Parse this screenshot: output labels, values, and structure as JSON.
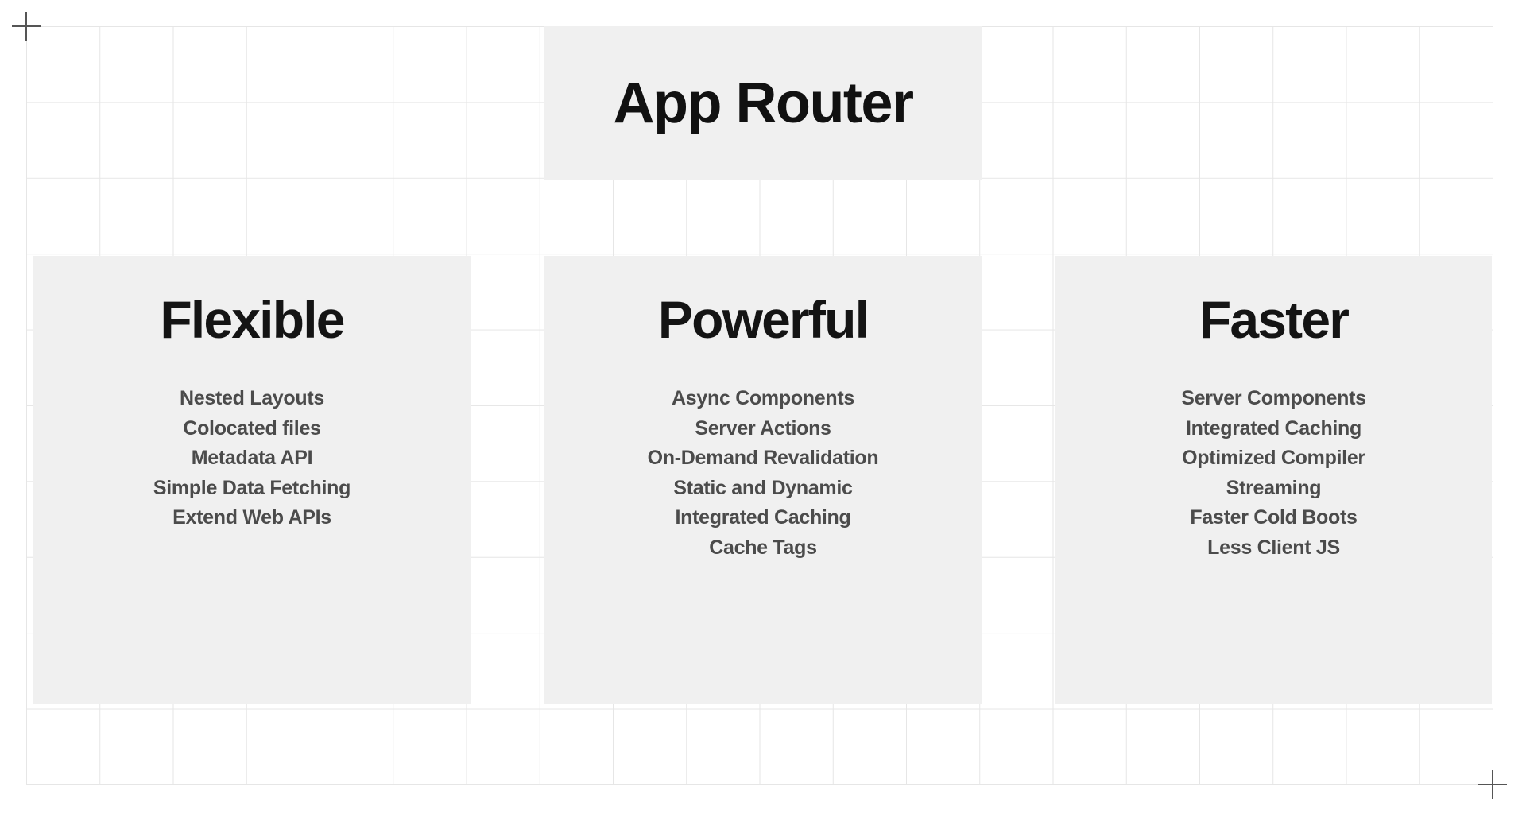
{
  "page": {
    "background_color": "#ffffff",
    "panel_color": "#f0f0f0",
    "grid_line_color": "#e6e6e6",
    "heading_color": "#141414",
    "list_text_color": "#4b4b4b"
  },
  "hero": {
    "title": "App Router"
  },
  "columns": [
    {
      "title": "Flexible",
      "features": [
        "Nested Layouts",
        "Colocated files",
        "Metadata API",
        "Simple Data Fetching",
        "Extend Web APIs"
      ]
    },
    {
      "title": "Powerful",
      "features": [
        "Async Components",
        "Server Actions",
        "On-Demand Revalidation",
        "Static and Dynamic",
        "Integrated Caching",
        "Cache Tags"
      ]
    },
    {
      "title": "Faster",
      "features": [
        "Server Components",
        "Integrated Caching",
        "Optimized Compiler",
        "Streaming",
        "Faster Cold Boots",
        "Less Client JS"
      ]
    }
  ],
  "markers": {
    "top_left": "registration-crosshair",
    "bottom_right": "registration-crosshair"
  }
}
